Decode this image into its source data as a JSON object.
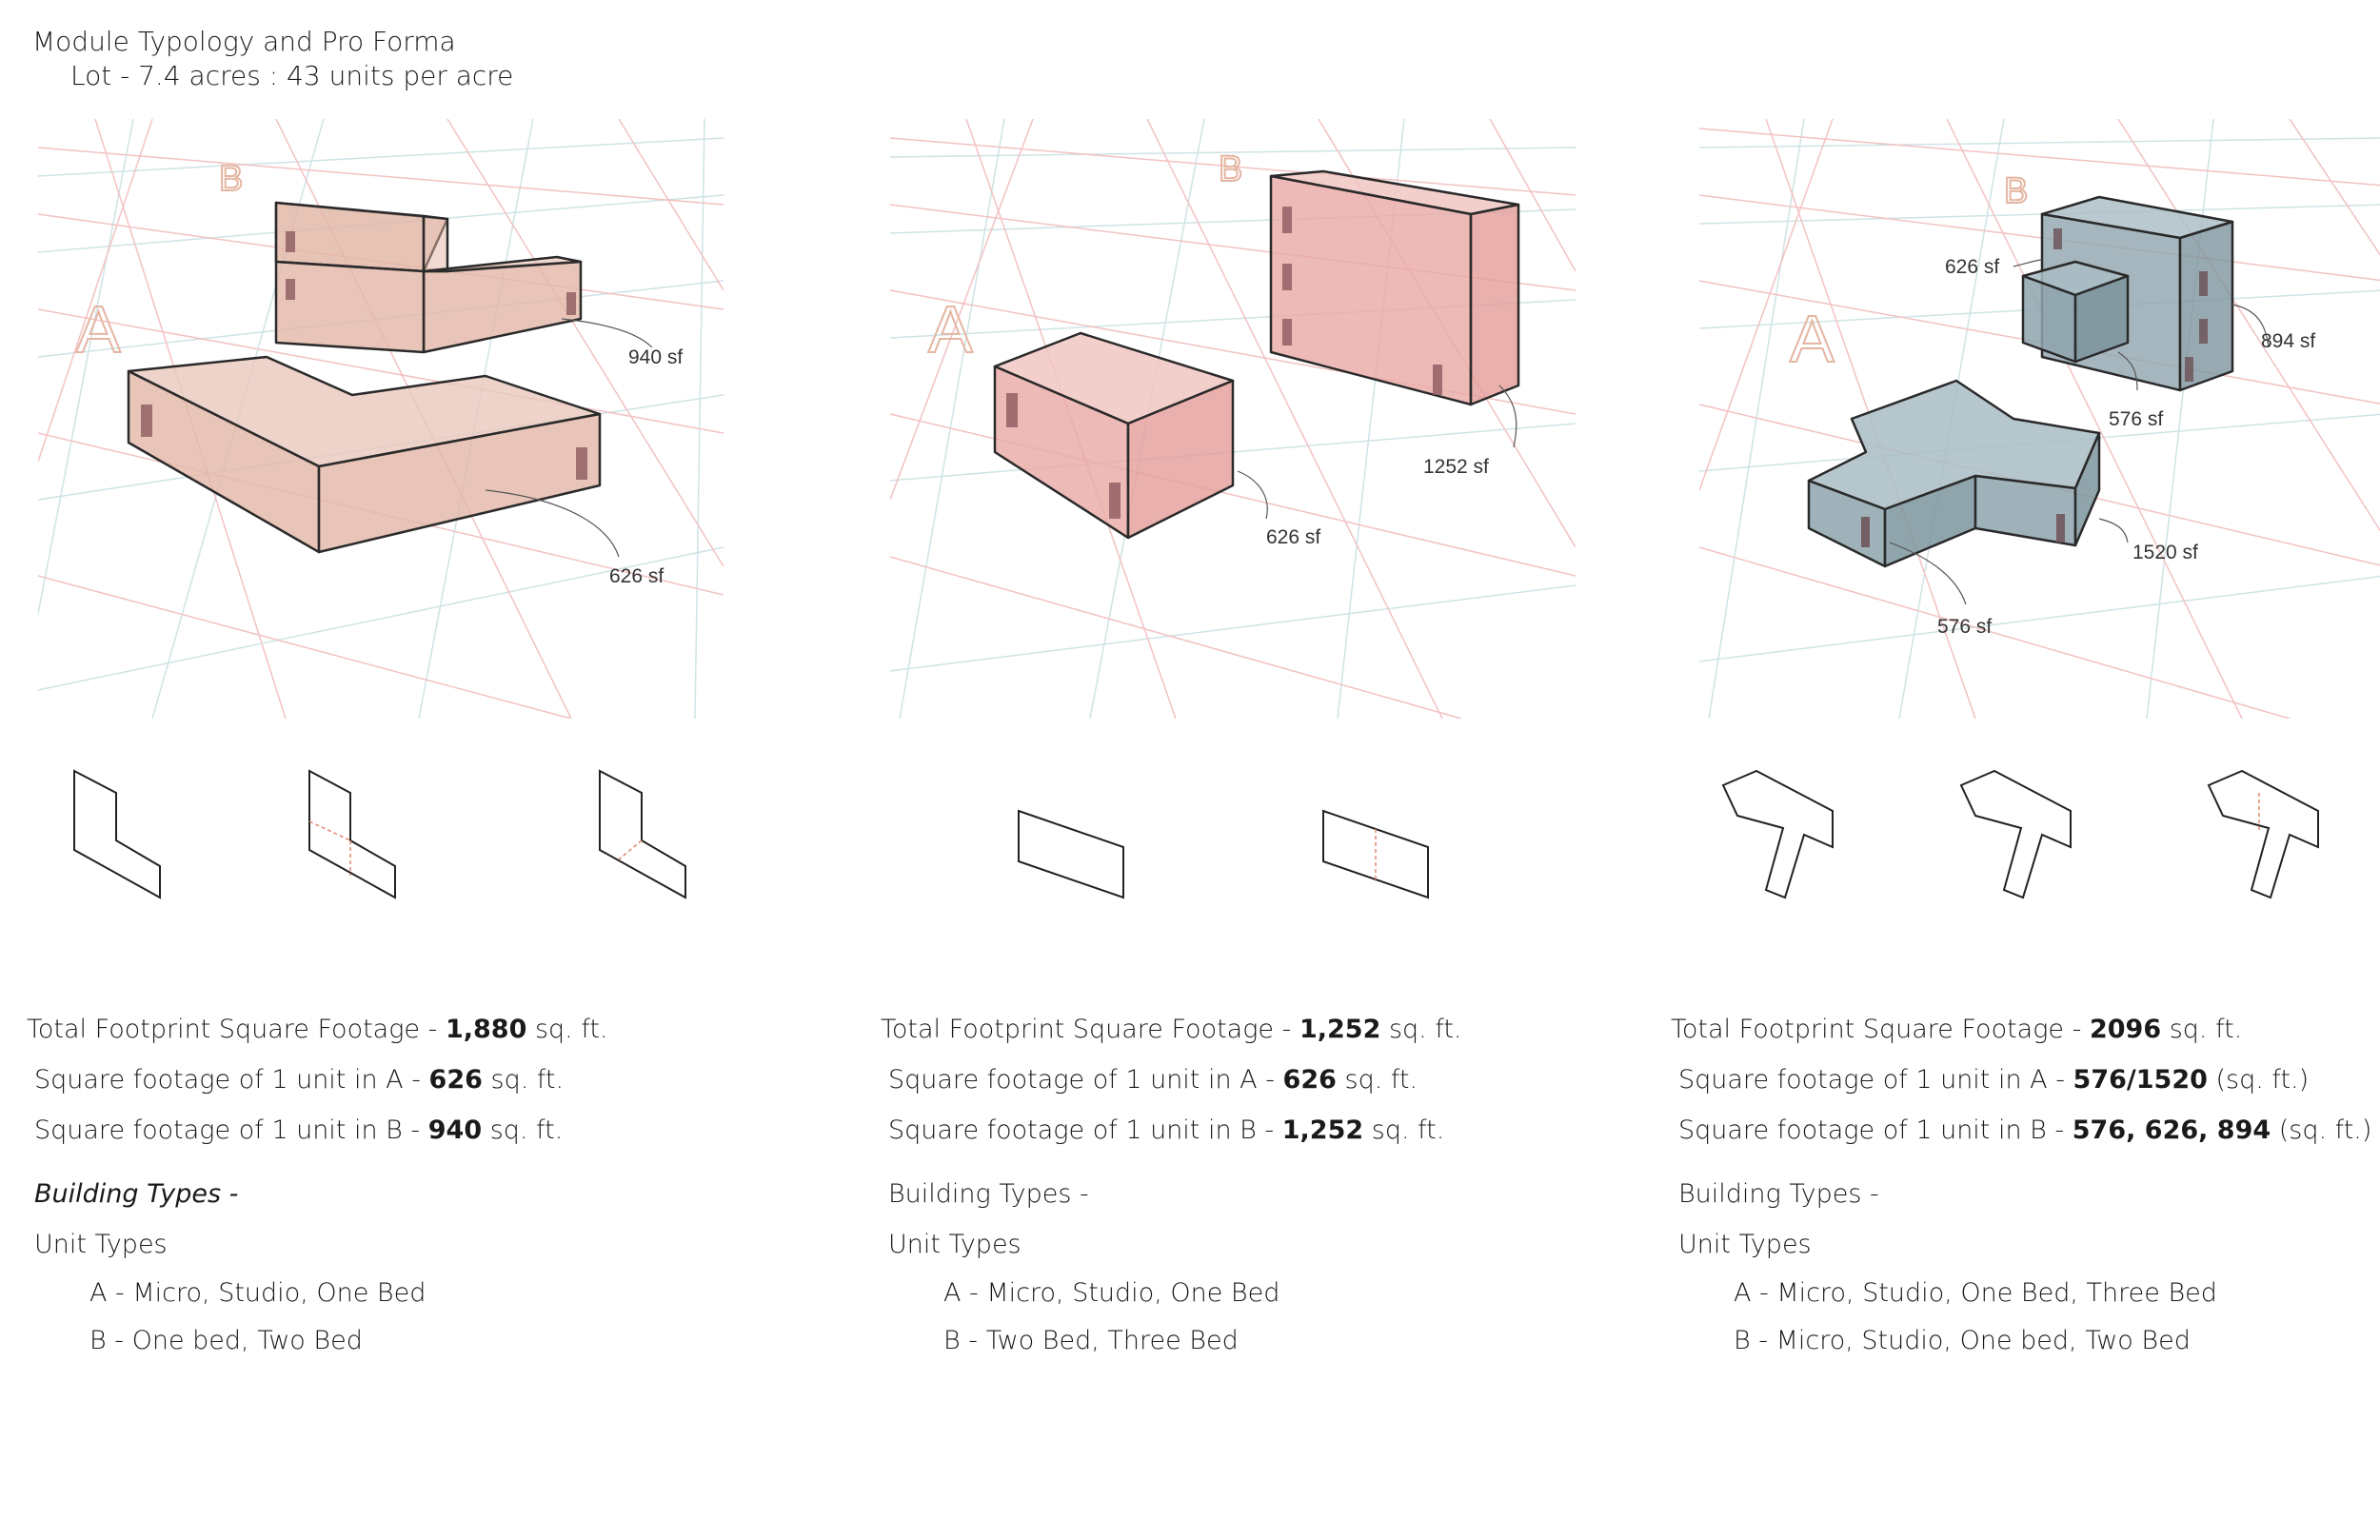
{
  "header": {
    "title": "Module Typology and Pro Forma",
    "subtitle": "Lot - 7.4 acres : 43 units per acre"
  },
  "colors": {
    "option1_fill": "#e2b6a6",
    "option2_fill": "#e9a9a5",
    "option3_fill": "#8ea4ae",
    "grid_red": "#f3c2c2",
    "grid_blue": "#cfe3e6",
    "door": "#8c5a5e"
  },
  "options": [
    {
      "scene": {
        "label_a": "A",
        "label_b": "B",
        "callouts": [
          "940 sf",
          "626 sf"
        ]
      },
      "total_label": "Total Footprint Square Footage - ",
      "total_value": "1,880",
      "total_unit": " sq. ft.",
      "unit_a_label": "Square footage of 1 unit in A - ",
      "unit_a_value": "626",
      "unit_a_unit": " sq. ft.",
      "unit_b_label": "Square footage of 1 unit in B - ",
      "unit_b_value": "940",
      "unit_b_unit": " sq. ft.",
      "building_types": "Building Types -",
      "unit_types": "Unit Types",
      "type_a": "A - Micro, Studio, One Bed",
      "type_b": "B - One bed, Two Bed"
    },
    {
      "scene": {
        "label_a": "A",
        "label_b": "B",
        "callouts": [
          "1252 sf",
          "626 sf"
        ]
      },
      "total_label": "Total Footprint Square Footage - ",
      "total_value": "1,252",
      "total_unit": " sq. ft.",
      "unit_a_label": "Square footage of 1 unit in A - ",
      "unit_a_value": "626",
      "unit_a_unit": " sq. ft.",
      "unit_b_label": "Square footage of 1 unit in B - ",
      "unit_b_value": "1,252",
      "unit_b_unit": " sq. ft.",
      "building_types": "Building Types -",
      "unit_types": "Unit Types",
      "type_a": "A - Micro, Studio, One Bed",
      "type_b": "B -  Two Bed, Three Bed"
    },
    {
      "scene": {
        "label_a": "A",
        "label_b": "B",
        "callouts": [
          "626 sf",
          "894 sf",
          "576 sf",
          "1520 sf",
          "576 sf"
        ]
      },
      "total_label": "Total Footprint Square Footage - ",
      "total_value": "2096",
      "total_unit": " sq. ft.",
      "unit_a_label": "Square footage of 1 unit in A - ",
      "unit_a_value": "576/1520",
      "unit_a_unit": " (sq. ft.)",
      "unit_b_label": "Square footage of 1 unit in B - ",
      "unit_b_value": "576, 626, 894",
      "unit_b_unit": " (sq. ft.)",
      "building_types": "Building Types -",
      "unit_types": "Unit Types",
      "type_a": "A - Micro, Studio, One Bed, Three Bed",
      "type_b": "B -  Micro, Studio, One bed, Two Bed"
    }
  ]
}
